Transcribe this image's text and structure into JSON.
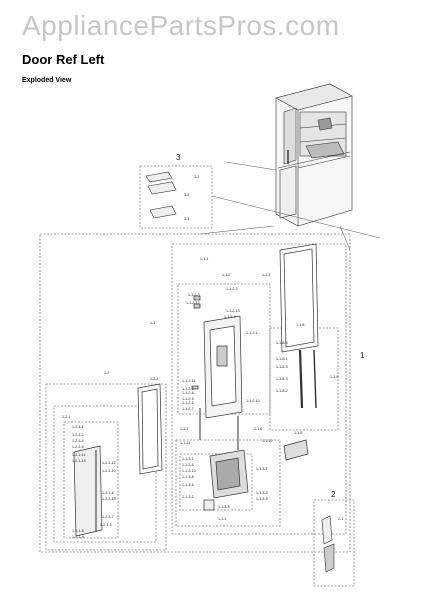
{
  "header": {
    "watermark": "AppliancePartsPros.com",
    "title": "Door Ref Left",
    "subtitle": "Exploded View"
  },
  "diagram": {
    "group_labels": [
      "3",
      "1",
      "2"
    ],
    "sub_group_labels": [
      "1-1",
      "1-2",
      "1-1-2",
      "1-1-3",
      "1-2-1"
    ],
    "part_labels": {
      "g3": [
        "3-1",
        "3-2",
        "3-3"
      ],
      "g2": [
        "2-1"
      ],
      "door_outer": [
        "1-1-1",
        "1-1-4",
        "1-1-5",
        "1-1-6",
        "1-1-7",
        "1-1-8",
        "1-1-9",
        "1-1-10",
        "1-1-11"
      ],
      "door_inner": [
        "1-1-2-1",
        "1-1-2-2",
        "1-1-2-3",
        "1-1-2-4",
        "1-1-2-5",
        "1-1-2-6",
        "1-1-2-7",
        "1-1-2-8",
        "1-1-2-9",
        "1-1-2-10",
        "1-1-2-11",
        "1-1-2-12",
        "1-1-2-13"
      ],
      "handle": [
        "1-1-8-1",
        "1-1-8-2",
        "1-1-8-3",
        "1-1-8-4",
        "1-1-8-5"
      ],
      "dispenser": [
        "1-1-3-1",
        "1-1-3-2",
        "1-1-3-3",
        "1-1-3-4",
        "1-1-3-5",
        "1-1-3-6",
        "1-1-3-7",
        "1-1-3-8",
        "1-1-3-9",
        "1-1-3-10"
      ],
      "lower_left": [
        "1-2-2",
        "1-2-1-1",
        "1-2-1-2",
        "1-2-1-3",
        "1-2-1-4",
        "1-2-1-5",
        "1-2-1-6",
        "1-2-1-7",
        "1-2-1-8",
        "1-2-1-9",
        "1-2-1-10",
        "1-2-1-11",
        "1-2-1-12",
        "1-2-1-13",
        "1-2-1-14"
      ]
    }
  }
}
